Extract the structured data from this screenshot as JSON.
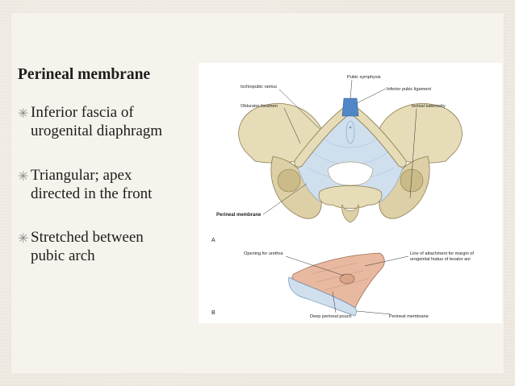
{
  "slide": {
    "title": "Perineal membrane",
    "bullets": [
      {
        "marker": "✳",
        "lines": [
          "Inferior fascia of",
          "urogenital diaphragm"
        ]
      },
      {
        "marker": "✳",
        "lines": [
          "Triangular; apex",
          "directed in the front"
        ]
      },
      {
        "marker": "✳",
        "lines": [
          "Stretched between",
          "pubic arch"
        ]
      }
    ]
  },
  "figure": {
    "labels": {
      "pubic_symphysis": "Pubic symphysis",
      "ischiopubic_ramus": "Ischiopubic ramus",
      "inferior_pubic_ligament": "Inferior pubic ligament",
      "obturator_foramen": "Obturator foramen",
      "ischial_tuberosity": "Ischial tuberosity",
      "perineal_membrane_a": "Perineal membrane",
      "panel_a": "A",
      "opening_for_urethra": "Opening for urethra",
      "line_of_attachment_1": "Line of attachment for margin of",
      "line_of_attachment_2": "urogenital hiatus of levator ani",
      "panel_b": "B",
      "deep_perineal_pouch": "Deep perineal pouch",
      "perineal_membrane_b": "Perineal membrane"
    },
    "colors": {
      "bone": "#e6dcb8",
      "bone_shadow": "#b9a877",
      "membrane": "#cfdfee",
      "ligament": "#4f86c6",
      "pouch": "#e8b9a0"
    }
  }
}
